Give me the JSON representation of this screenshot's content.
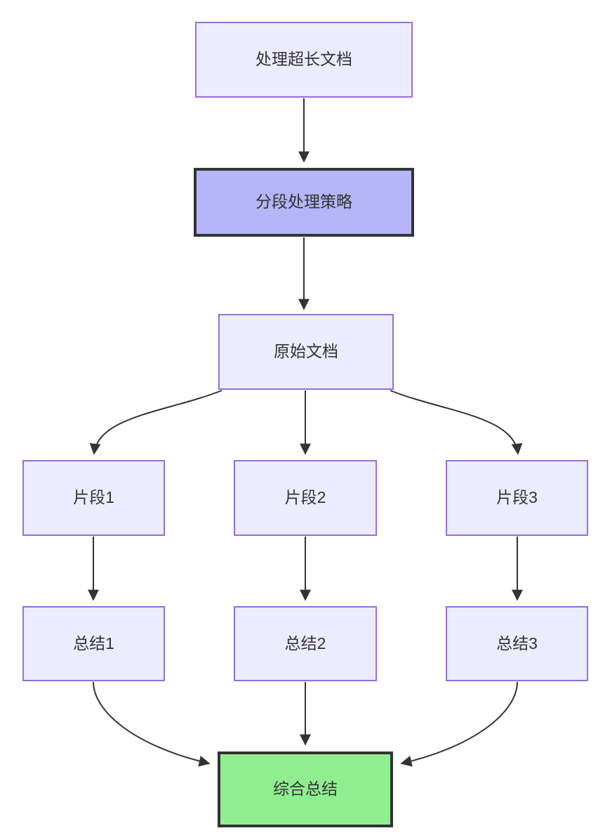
{
  "diagram": {
    "type": "flowchart",
    "direction": "top-down",
    "nodes": {
      "doc": {
        "label": "处理超长文档"
      },
      "strategy": {
        "label": "分段处理策略"
      },
      "original": {
        "label": "原始文档"
      },
      "frag1": {
        "label": "片段1"
      },
      "frag2": {
        "label": "片段2"
      },
      "frag3": {
        "label": "片段3"
      },
      "sum1": {
        "label": "总结1"
      },
      "sum2": {
        "label": "总结2"
      },
      "sum3": {
        "label": "总结3"
      },
      "final": {
        "label": "综合总结"
      }
    },
    "edges": [
      {
        "from": "doc",
        "to": "strategy"
      },
      {
        "from": "strategy",
        "to": "original"
      },
      {
        "from": "original",
        "to": "frag1"
      },
      {
        "from": "original",
        "to": "frag2"
      },
      {
        "from": "original",
        "to": "frag3"
      },
      {
        "from": "frag1",
        "to": "sum1"
      },
      {
        "from": "frag2",
        "to": "sum2"
      },
      {
        "from": "frag3",
        "to": "sum3"
      },
      {
        "from": "sum1",
        "to": "final"
      },
      {
        "from": "sum2",
        "to": "final"
      },
      {
        "from": "sum3",
        "to": "final"
      }
    ],
    "colors": {
      "background": "#FFFFFF",
      "node_fill": "#ECECFF",
      "node_border": "#9370DB",
      "accent_fill": "#B5B5F7",
      "accent_border": "#333333",
      "final_fill": "#90EE90",
      "final_border": "#333333",
      "edge": "#333333",
      "text": "#333333"
    }
  }
}
